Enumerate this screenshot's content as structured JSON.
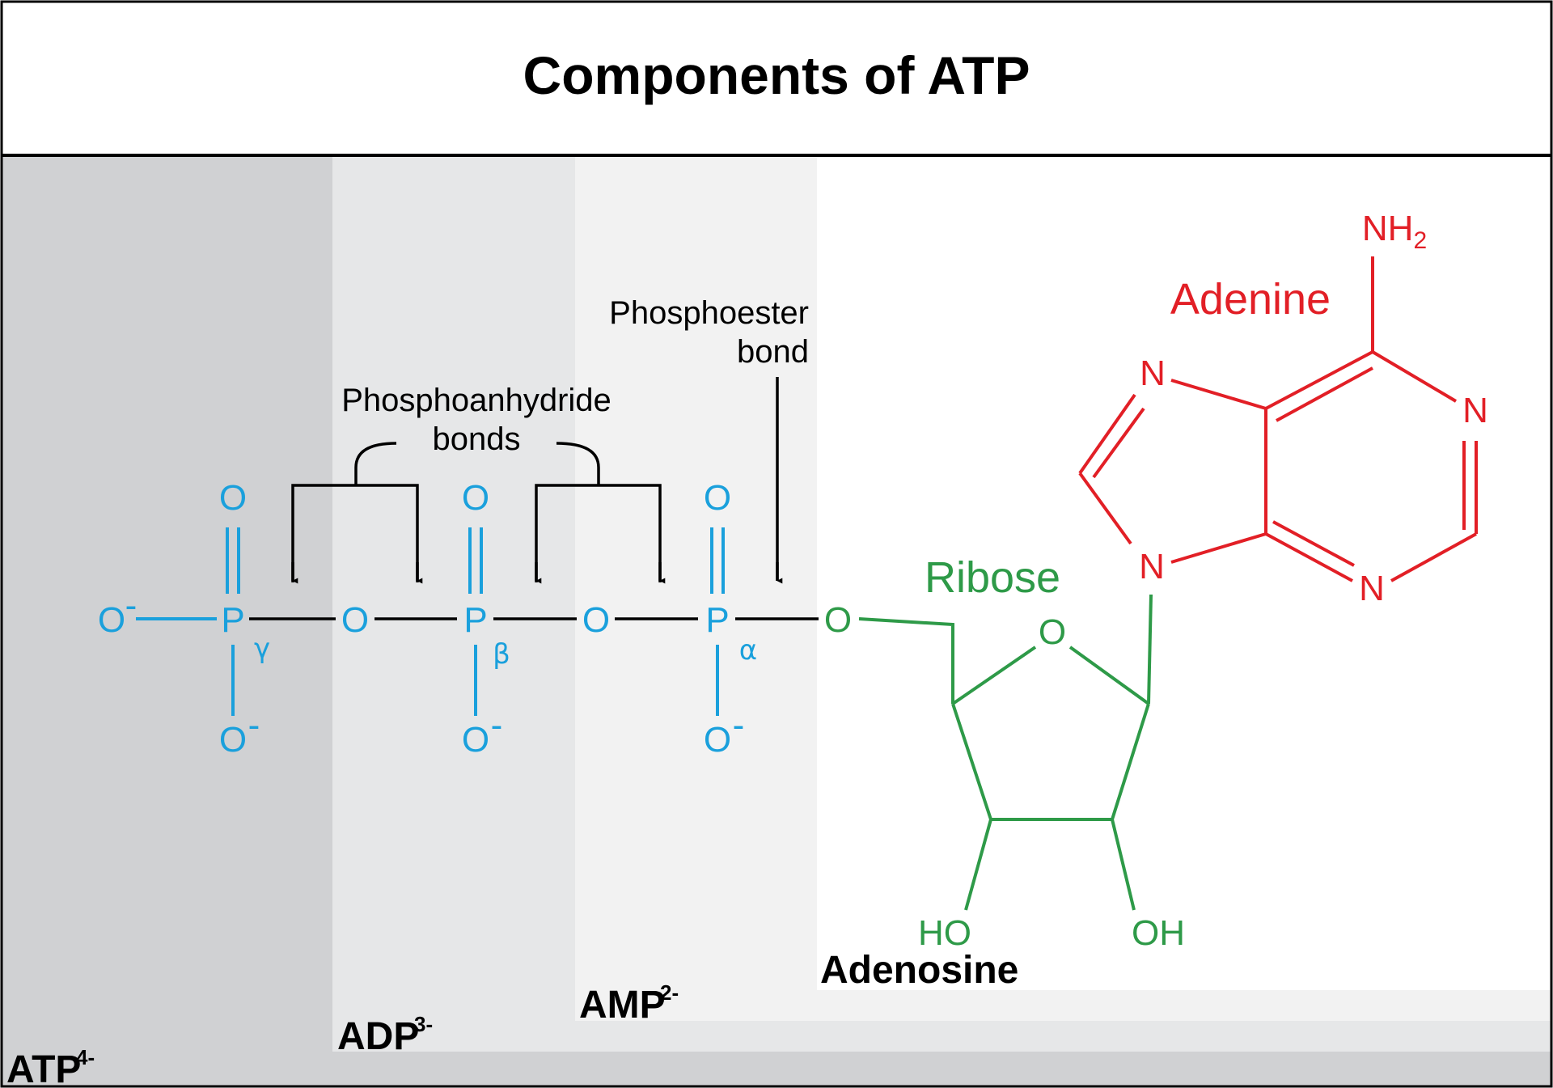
{
  "title": "Components of ATP",
  "regions": {
    "atp": {
      "label": "ATP",
      "charge": "4-"
    },
    "adp": {
      "label": "ADP",
      "charge": "3-"
    },
    "amp": {
      "label": "AMP",
      "charge": "2-"
    },
    "adenosine": {
      "label": "Adenosine"
    }
  },
  "annotations": {
    "phosphoanhydride_line1": "Phosphoanhydride",
    "phosphoanhydride_line2": "bonds",
    "phosphoester_line1": "Phosphoester",
    "phosphoester_line2": "bond"
  },
  "phosphates": {
    "gamma": "γ",
    "beta": "β",
    "alpha": "α",
    "P": "P",
    "O": "O",
    "minus": "-"
  },
  "ribose": {
    "label": "Ribose",
    "ring_O": "O",
    "HO": "HO",
    "OH": "OH",
    "link_O": "O"
  },
  "adenine": {
    "label": "Adenine",
    "N": "N",
    "NH": "NH",
    "sub2": "2"
  },
  "colors": {
    "phosphate": "#1aa0dc",
    "ribose": "#2e9a48",
    "adenine": "#e21f26",
    "atp_bg": "#d0d1d3",
    "adp_bg": "#e6e7e8",
    "amp_bg": "#f2f2f2"
  }
}
